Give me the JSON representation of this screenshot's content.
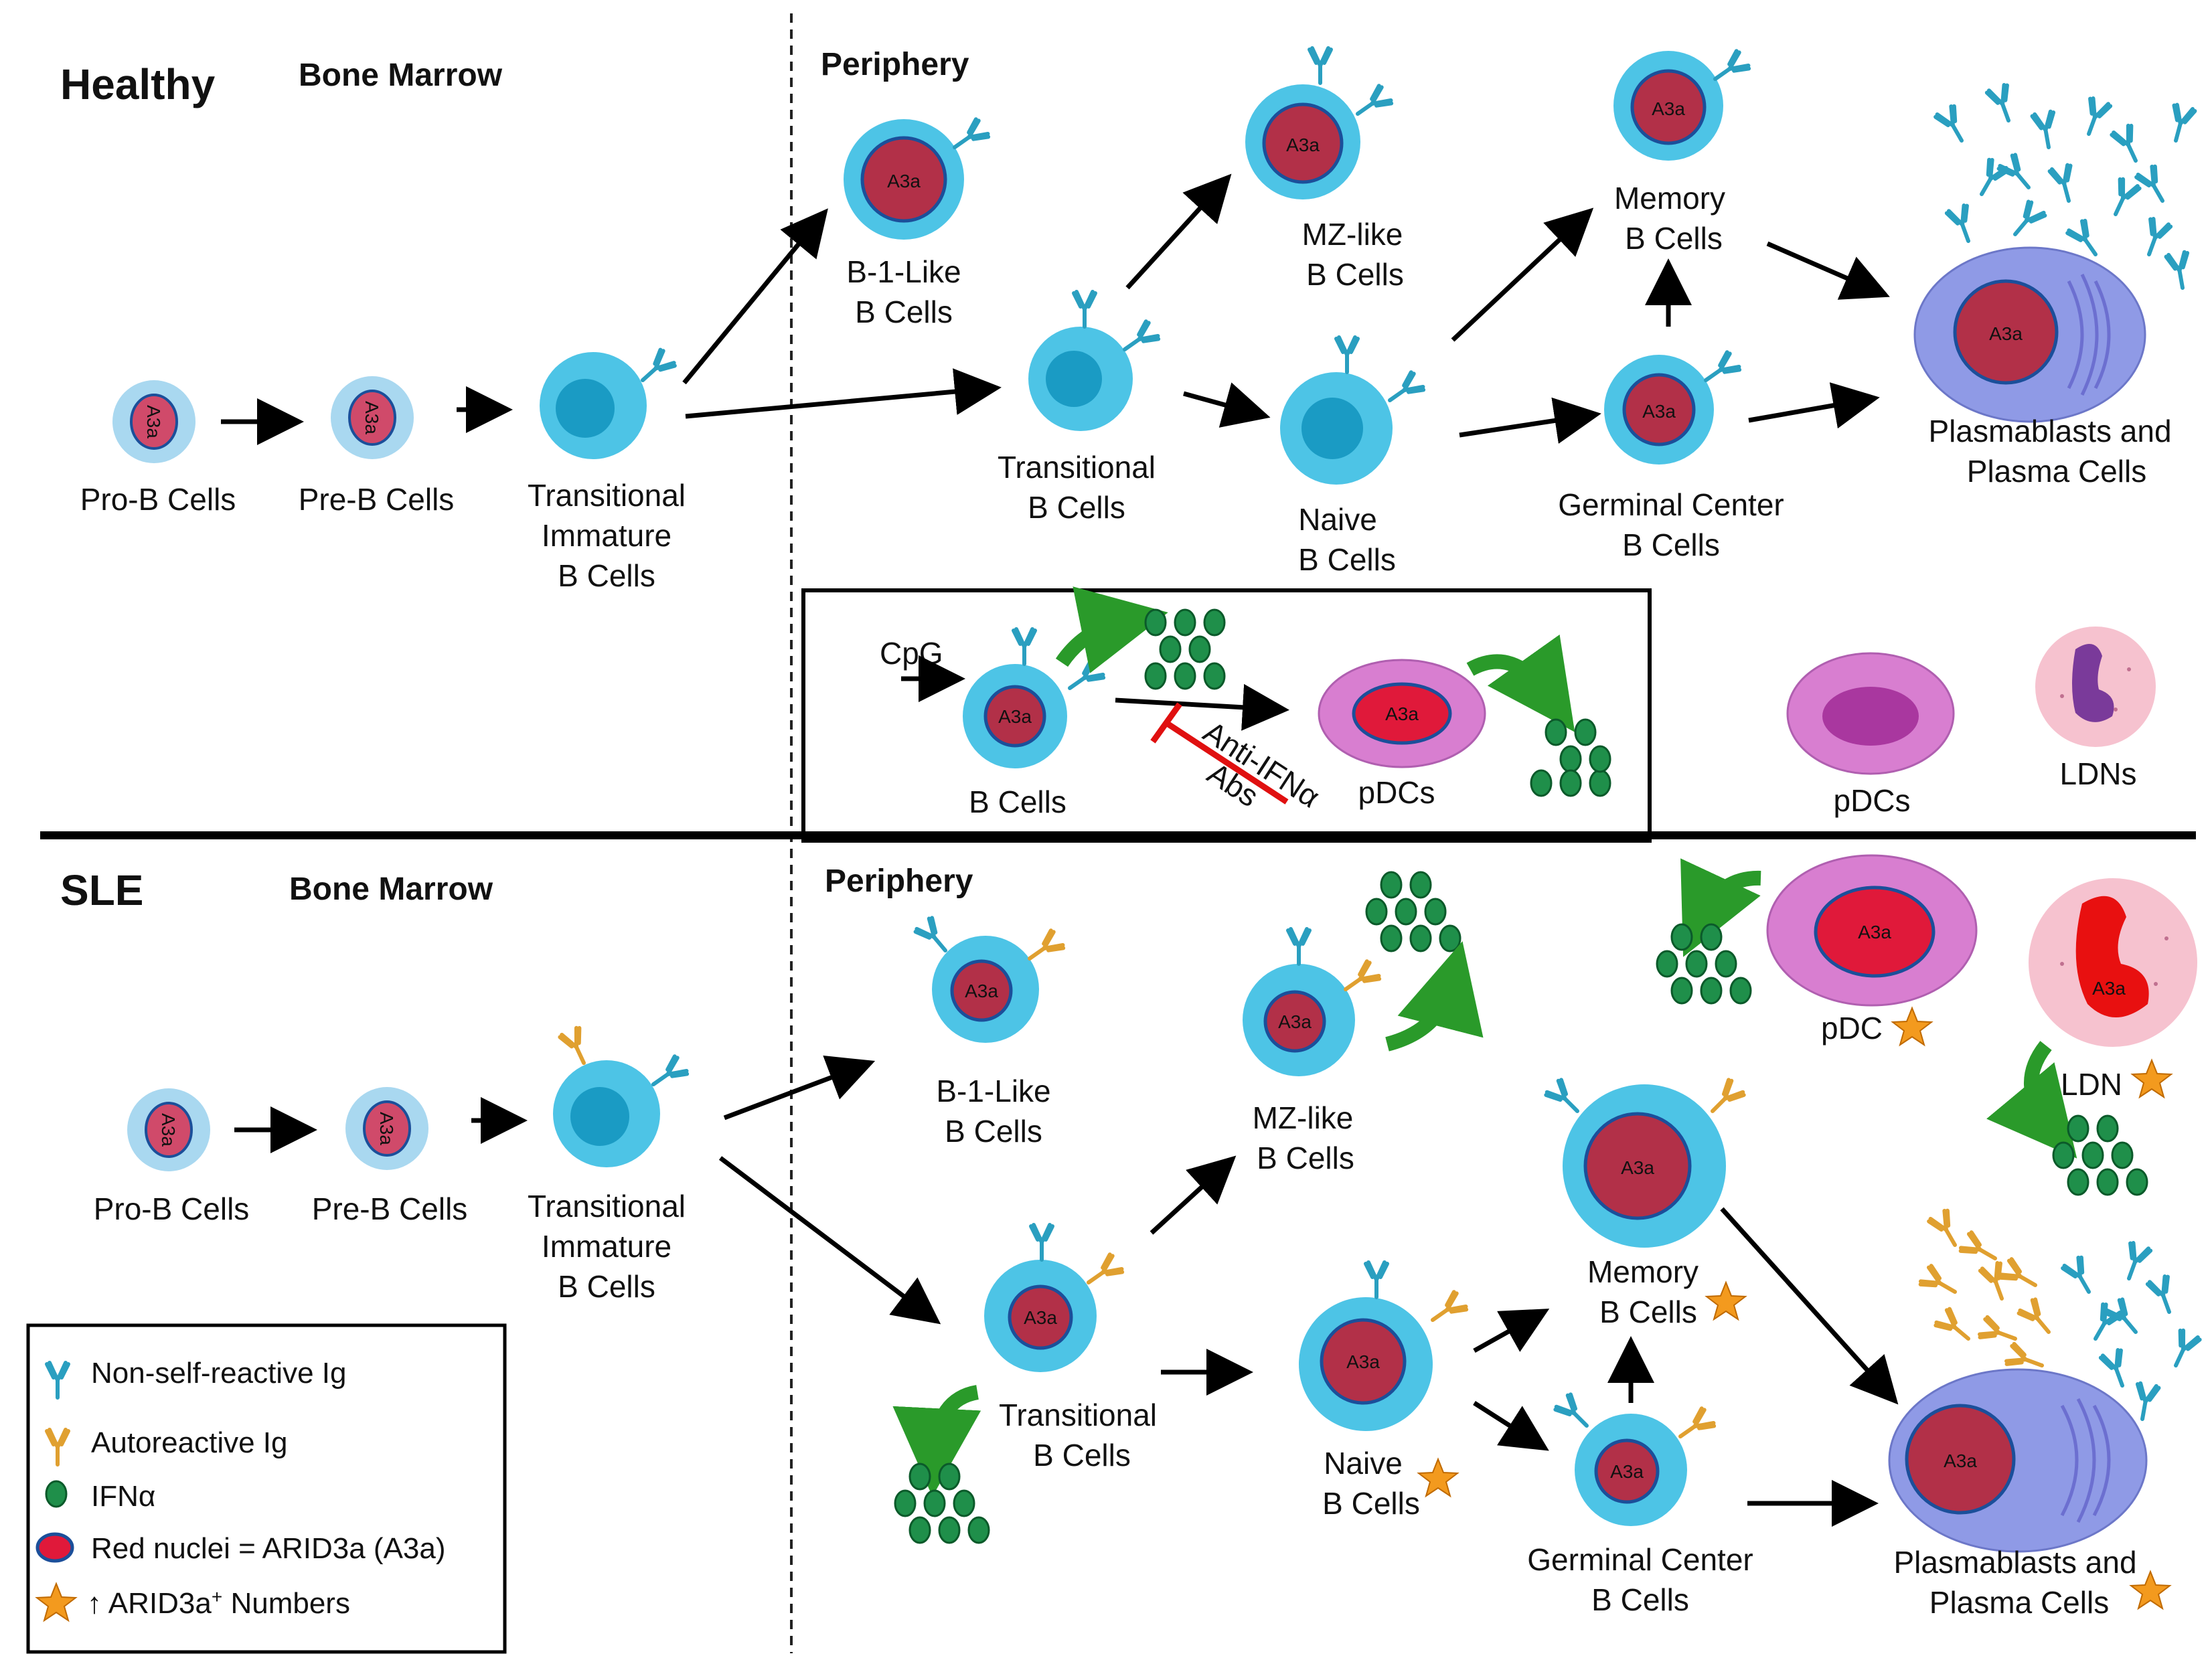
{
  "colors": {
    "cell_membrane": "#4dc4e6",
    "cell_nucleus_plain": "#1a9bc4",
    "nucleus_arid3a": "#b23048",
    "early_cell": "#a9d8f0",
    "early_nucleus": "#d04a6a",
    "non_self_ig": "#2a9fc0",
    "auto_ig": "#e0a030",
    "ifn": "#1f8f4a",
    "green_arrow": "#2a9a2a",
    "pdc": "#d87ed0",
    "plasma": "#8f9ae6",
    "ldn": "#f6c2cf",
    "block_red": "#e01010",
    "star": "#f39a1e"
  },
  "labels": {
    "nucleus": "A3a",
    "healthy": {
      "section_title": "Healthy",
      "bone_marrow": "Bone Marrow",
      "periphery": "Periphery",
      "pro_b": "Pro-B Cells",
      "pre_b": "Pre-B Cells",
      "trans_imm": [
        "Transitional",
        "Immature",
        "B Cells"
      ],
      "b1": [
        "B-1-Like",
        "B Cells"
      ],
      "transitional": [
        "Transitional",
        "B Cells"
      ],
      "mz": [
        "MZ-like",
        "B Cells"
      ],
      "naive": [
        "Naive",
        "B Cells"
      ],
      "memory": [
        "Memory",
        "B Cells"
      ],
      "germinal": [
        "Germinal Center",
        "B Cells"
      ],
      "plasma": [
        "Plasmablasts and",
        "Plasma Cells"
      ],
      "box_cpg": "CpG",
      "box_bcells": "B Cells",
      "box_abs": [
        "Anti-IFNα",
        "Abs"
      ],
      "box_pdcs": "pDCs",
      "pdcs": "pDCs",
      "ldns": "LDNs"
    },
    "sle": {
      "section_title": "SLE",
      "bone_marrow": "Bone Marrow",
      "periphery": "Periphery",
      "pro_b": "Pro-B Cells",
      "pre_b": "Pre-B Cells",
      "trans_imm": [
        "Transitional",
        "Immature",
        "B Cells"
      ],
      "b1": [
        "B-1-Like",
        "B Cells"
      ],
      "mz": [
        "MZ-like",
        "B Cells"
      ],
      "transitional": [
        "Transitional",
        "B Cells"
      ],
      "naive": [
        "Naive",
        "B Cells"
      ],
      "memory": [
        "Memory",
        "B Cells"
      ],
      "germinal": [
        "Germinal Center",
        "B Cells"
      ],
      "plasma": [
        "Plasmablasts and",
        "Plasma Cells"
      ],
      "pdc": "pDC",
      "ldn": "LDN"
    },
    "legend": {
      "non_self": "Non-self-reactive Ig",
      "auto": "Autoreactive Ig",
      "ifn": "IFNα",
      "red_nuclei": "Red nuclei = ARID3a (A3a)",
      "numbers_prefix": "↑ ARID3a",
      "numbers_sup": "+",
      "numbers_suffix": " Numbers"
    }
  }
}
